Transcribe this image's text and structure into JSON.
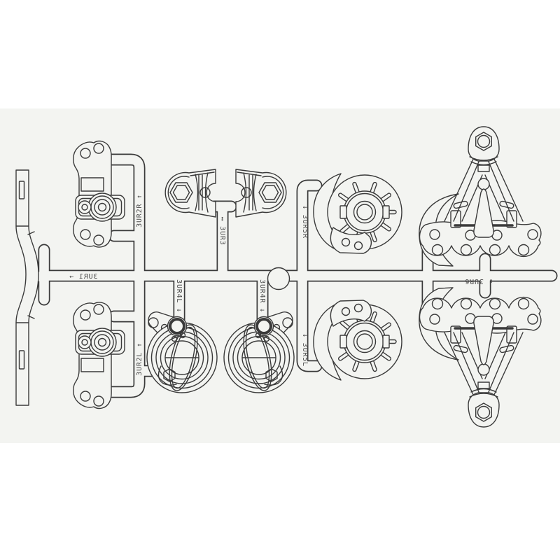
{
  "colors": {
    "page_background": "#ffffff",
    "panel_background": "#f3f4f1",
    "line": "#3a3a3a",
    "label_text": "#4a4a4a"
  },
  "diagram": {
    "kind": "molded-parts-sprue-line-drawing",
    "labels": {
      "ur1": {
        "code": "3UR1",
        "text": "3UR1 →"
      },
      "ur2r": {
        "code": "3UR2R",
        "text": "3UR2R ↑"
      },
      "ur2l": {
        "code": "3UR2L",
        "text": "3UR2L ↑"
      },
      "ur3": {
        "code": "3UR3",
        "text": "↔ 3UR3"
      },
      "ur4l": {
        "code": "3UR4L",
        "text": "3UR4L ↓"
      },
      "ur4r": {
        "code": "3UR4R",
        "text": "3UR4R ↓"
      },
      "ur5r": {
        "code": "3UR5R",
        "text": "↓ 3UR5R"
      },
      "ur5l": {
        "code": "3UR5L",
        "text": "↓ 3UR5L"
      },
      "ur6": {
        "code": "3UR6",
        "text": "↕ 3UR6"
      }
    },
    "parts": [
      {
        "code": "3UR1",
        "name": "curved-side-strap"
      },
      {
        "code": "3UR2R",
        "name": "mount-bracket-upper"
      },
      {
        "code": "3UR2L",
        "name": "mount-bracket-lower"
      },
      {
        "code": "3UR3",
        "name": "arm-wing-pair"
      },
      {
        "code": "3UR4L",
        "name": "knuckle-left"
      },
      {
        "code": "3UR4R",
        "name": "knuckle-right"
      },
      {
        "code": "3UR5R",
        "name": "brake-disc-upper"
      },
      {
        "code": "3UR5L",
        "name": "brake-disc-lower"
      },
      {
        "code": "3UR6",
        "name": "suspension-a-arm-set"
      }
    ]
  }
}
